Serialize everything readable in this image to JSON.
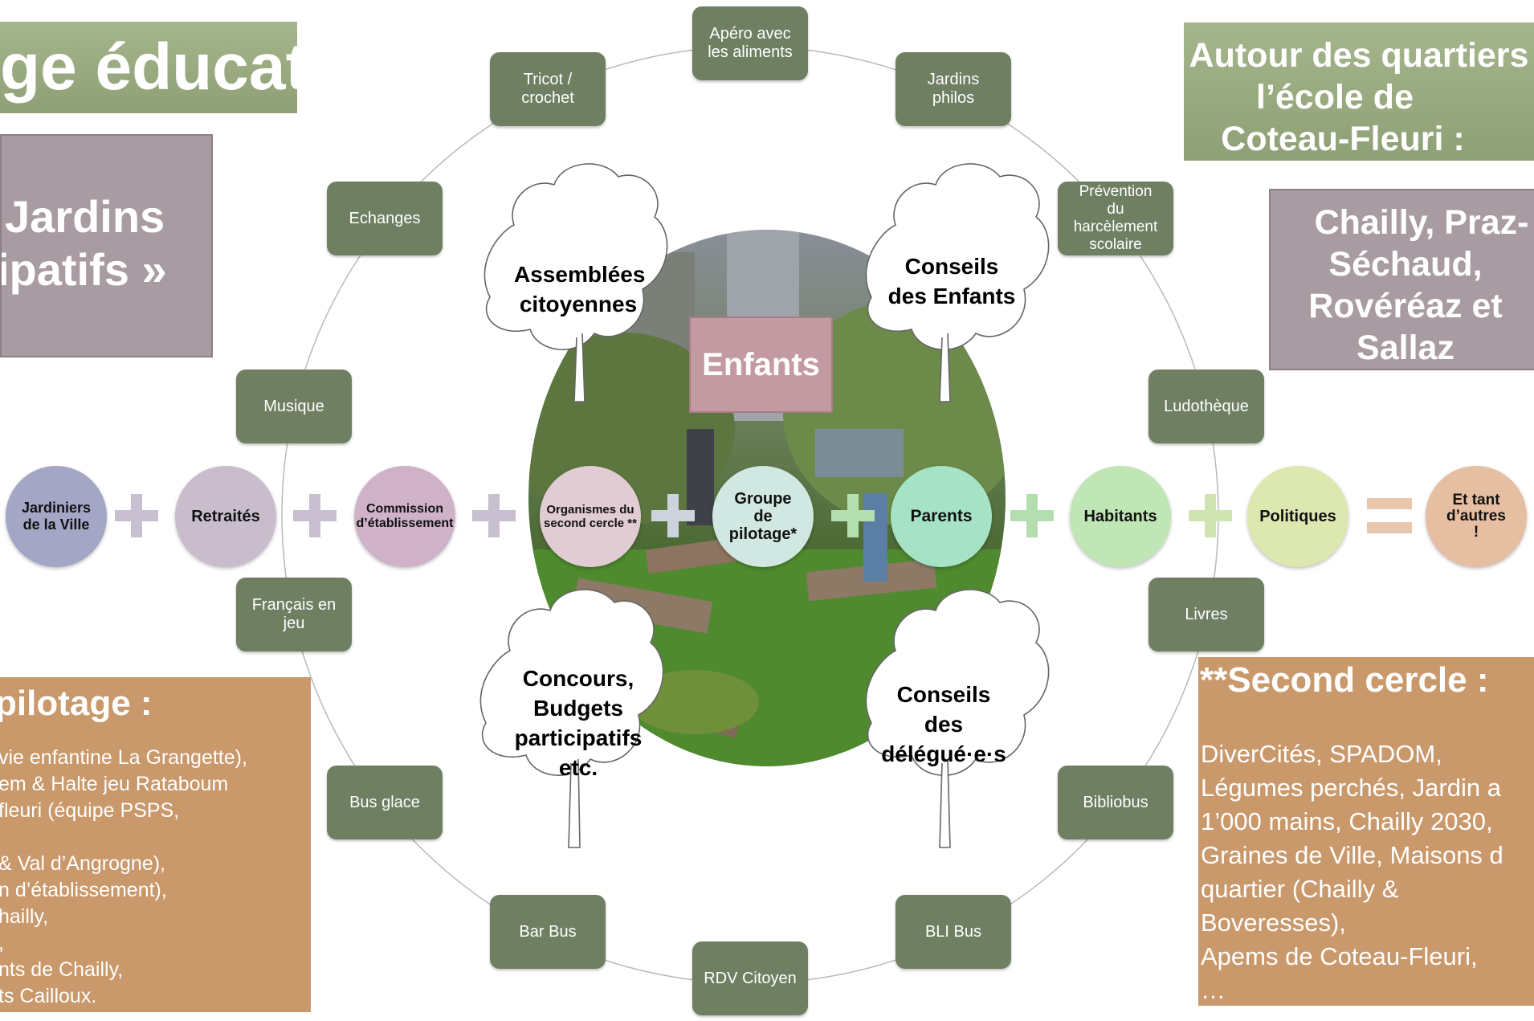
{
  "titles": {
    "left": "ge éducatif",
    "right_lines": [
      "Autour des quartiers",
      "l’école de",
      "Coteau-Fleuri :"
    ]
  },
  "jardins_box": {
    "line1": "Jardins",
    "line2": "ipatifs »"
  },
  "quartiers_box": {
    "lines": [
      "Chailly,  Praz-",
      "Séchaud,",
      "Rovéréaz et",
      "Sallaz"
    ]
  },
  "center_label": "Enfants",
  "activities": [
    {
      "id": "apero",
      "label": "Apéro avec\nles aliments"
    },
    {
      "id": "tricot",
      "label": "Tricot /\ncrochet"
    },
    {
      "id": "jardins-philos",
      "label": "Jardins\nphilos"
    },
    {
      "id": "echanges",
      "label": "Echanges"
    },
    {
      "id": "prevention",
      "label": "Prévention\ndu\nharcèlement\nscolaire"
    },
    {
      "id": "musique",
      "label": "Musique"
    },
    {
      "id": "ludotheque",
      "label": "Ludothèque"
    },
    {
      "id": "francais",
      "label": "Français en\njeu"
    },
    {
      "id": "livres",
      "label": "Livres"
    },
    {
      "id": "bus-glace",
      "label": "Bus glace"
    },
    {
      "id": "bibliobus",
      "label": "Bibliobus"
    },
    {
      "id": "bar-bus",
      "label": "Bar Bus"
    },
    {
      "id": "bli-bus",
      "label": "BLI Bus"
    },
    {
      "id": "rdv",
      "label": "RDV Citoyen"
    }
  ],
  "trees": [
    {
      "id": "assemblees",
      "label": "Assemblées\ncitoyennes"
    },
    {
      "id": "conseils-enfants",
      "label": "Conseils\ndes Enfants"
    },
    {
      "id": "concours",
      "label": "Concours,\nBudgets\nparticipatifs\netc."
    },
    {
      "id": "conseils-delegues",
      "label": "Conseils\ndes\ndélégué·e·s"
    }
  ],
  "actors": [
    {
      "id": "jardiniers",
      "label": "Jardiniers\nde la Ville",
      "color": "#a3a6c4"
    },
    {
      "id": "retraites",
      "label": "Retraités",
      "color": "#c9bccd"
    },
    {
      "id": "commission",
      "label": "Commission\nd’établissement",
      "color": "#cfb2c8"
    },
    {
      "id": "organismes",
      "label": "Organismes du\nsecond cercle **",
      "color": "#e2ccd3"
    },
    {
      "id": "groupe",
      "label": "Groupe\nde\npilotage*",
      "color": "#d1e8e2"
    },
    {
      "id": "parents",
      "label": "Parents",
      "color": "#a6e3c6"
    },
    {
      "id": "habitants",
      "label": "Habitants",
      "color": "#bfe6b4"
    },
    {
      "id": "politiques",
      "label": "Politiques",
      "color": "#dde7b0"
    },
    {
      "id": "autres",
      "label": "Et tant\nd’autres\n!",
      "color": "#e6bea2"
    }
  ],
  "operators": {
    "plus_color_left": "#c8bfd0",
    "plus_color_right": "#b5deb0",
    "equals_color": "#e9c7ad"
  },
  "pilotage": {
    "heading": "pilotage :",
    "lines": [
      "vie enfantine La Grangette),",
      "em & Halte jeu Rataboum",
      "fleuri (équipe PSPS,",
      "",
      "& Val d’Angrogne),",
      "n d’établissement),",
      "hailly,",
      ",",
      "nts de Chailly,",
      "ts Cailloux."
    ]
  },
  "second_cercle": {
    "heading": "**Second cercle :",
    "lines": [
      "DiverCités, SPADOM,",
      "Légumes perchés, Jardin a",
      "1’000 mains, Chailly 2030,",
      "Graines de Ville, Maisons d",
      "quartier (Chailly &",
      "Boveresses),",
      "Apems de Coteau-Fleuri,",
      "…"
    ]
  },
  "colors": {
    "activity_box": "#6f7f62",
    "title_green": "#a5b58c",
    "mauve_box": "#a99ba2",
    "orange_box": "#c9986b",
    "enfants_box": "#c39aa2"
  }
}
